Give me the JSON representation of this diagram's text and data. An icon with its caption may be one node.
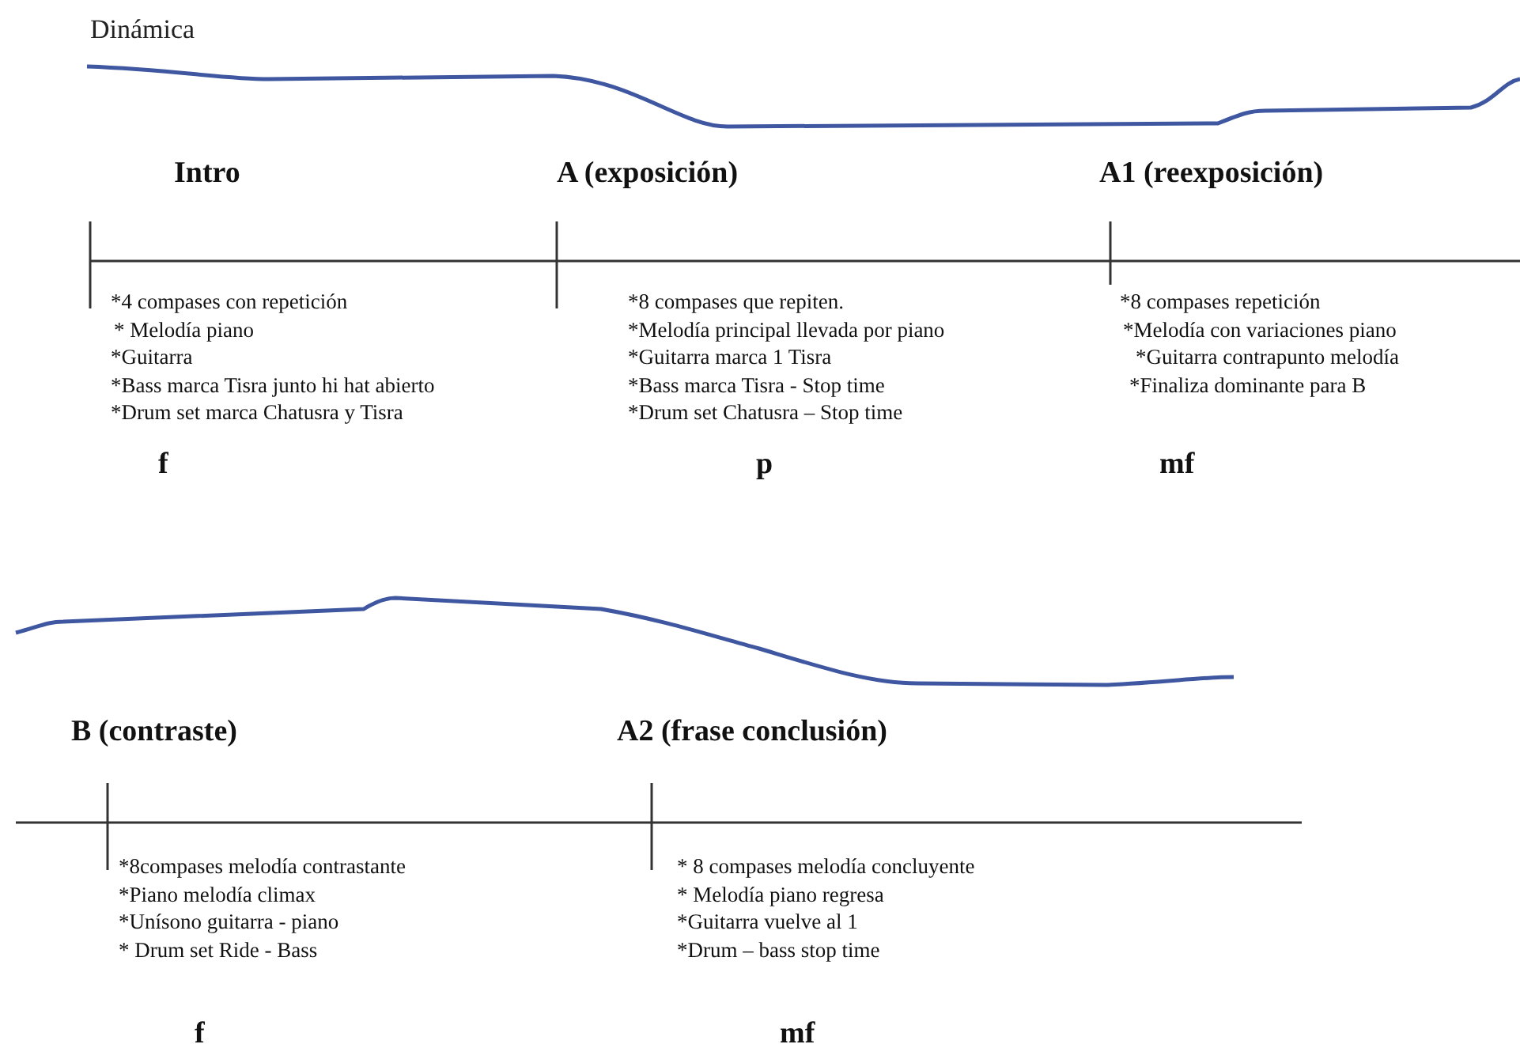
{
  "diagram": {
    "labels": [
      "Dinámica",
      "Intro",
      "A (exposición)",
      "A1 (reexposición)",
      "*4 compases con repetición",
      "* Melodía piano",
      "*Guitarra",
      "*Bass marca Tisra junto hi hat abierto",
      "*Drum set marca Chatusra y Tisra",
      "*8 compases que repiten.",
      "*Melodía principal llevada por piano",
      "*Guitarra marca 1 Tisra",
      "*Bass marca Tisra  - Stop time",
      "*Drum set Chatusra – Stop time",
      "*8 compases repetición",
      "*Melodía con variaciones piano",
      "*Guitarra contrapunto melodía",
      "*Finaliza dominante para B",
      "f",
      "p",
      "mf",
      "B (contraste)",
      "A2 (frase conclusión)",
      "*8compases melodía contrastante",
      "*Piano melodía climax",
      "*Unísono guitarra - piano",
      "* Drum set Ride - Bass",
      "* 8 compases melodía concluyente",
      "* Melodía piano regresa",
      "*Guitarra vuelve al 1",
      "*Drum – bass stop time",
      "f",
      "mf"
    ]
  }
}
